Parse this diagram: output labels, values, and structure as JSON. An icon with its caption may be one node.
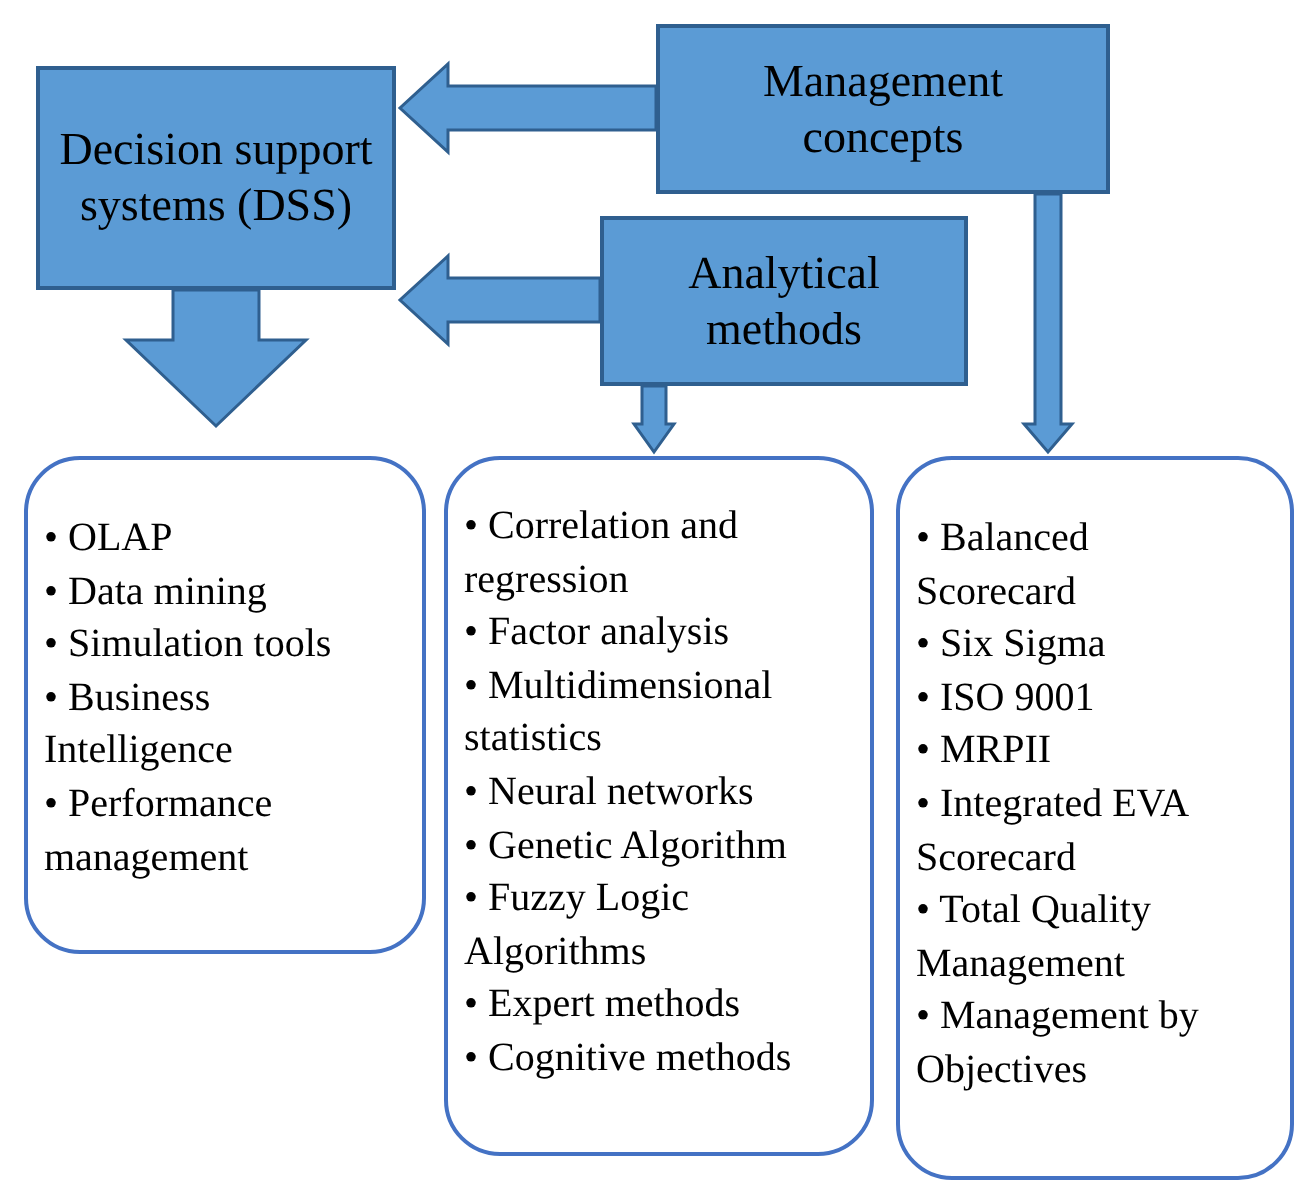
{
  "diagram": {
    "nodes": [
      {
        "text": [
          "Decision support systems (DSS)"
        ]
      },
      {
        "text": [
          "Management concepts"
        ]
      },
      {
        "text": [
          "Analytical methods"
        ]
      },
      {
        "text": [
          "• OLAP",
          "• Data mining",
          "• Simulation tools",
          "• Business Intelligence",
          "• Performance management"
        ]
      },
      {
        "text": [
          "• Correlation and regression",
          "• Factor analysis",
          "• Multidimensional statistics",
          "• Neural networks",
          "• Genetic Algorithm",
          "• Fuzzy Logic Algorithms",
          "• Expert methods",
          "• Cognitive methods"
        ]
      },
      {
        "text": [
          "• Balanced Scorecard",
          "• Six Sigma",
          "• ISO 9001",
          "• MRPII",
          "• Integrated EVA Scorecard",
          "• Total Quality Management",
          "• Management by Objectives"
        ]
      }
    ],
    "edges": [
      {
        "from": 1,
        "to": 0,
        "arrow": "to"
      },
      {
        "from": 2,
        "to": 0,
        "arrow": "to"
      },
      {
        "from": 0,
        "to": 3,
        "arrow": "to"
      },
      {
        "from": 2,
        "to": 4,
        "arrow": "to"
      },
      {
        "from": 1,
        "to": 5,
        "arrow": "to"
      }
    ]
  }
}
